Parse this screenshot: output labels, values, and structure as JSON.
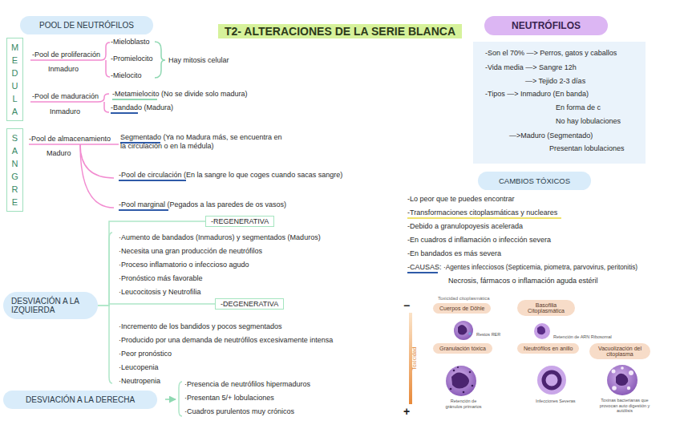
{
  "diagram": {
    "title": "T2- ALTERACIONES DE LA SERIE BLANCA",
    "nodes": [
      {
        "text": [
          "POOL DE NEUTRÓFILOS"
        ]
      },
      {
        "text": [
          "MEDULA"
        ]
      },
      {
        "text": [
          "SANGRE"
        ]
      },
      {
        "text": [
          "NEUTRÓFILOS"
        ]
      },
      {
        "text": [
          "-Son el 70% —> Perros, gatos y caballos",
          "-Vida media —> Sangre 12h",
          "—> Tejido 2-3 días",
          "-Tipos —> Inmaduro (En banda)",
          "En forma de c",
          "No hay lobulaciones",
          "—>Maduro (Segmentado)",
          "Presentan lobulaciones"
        ]
      },
      {
        "text": [
          "CAMBIOS TÓXICOS"
        ]
      },
      {
        "text": [
          "-REGENERATIVA"
        ]
      },
      {
        "text": [
          "-DEGENERATIVA"
        ]
      },
      {
        "text": [
          "DESVIACIÓN A LA IZQUIERDA"
        ]
      },
      {
        "text": [
          "DESVIACIÓN A LA DERECHA"
        ]
      },
      {
        "text": [
          "Cuerpos de Döhle"
        ]
      },
      {
        "text": [
          "Basofilia Citoplasmática"
        ]
      },
      {
        "text": [
          "Granulación tóxica"
        ]
      },
      {
        "text": [
          "Neutrófilos en anillo"
        ]
      },
      {
        "text": [
          "Vacuolización del citoplasma"
        ]
      }
    ],
    "edges": [
      {
        "from": 8,
        "to": 6,
        "arrow": "none"
      },
      {
        "from": 8,
        "to": 7,
        "arrow": "none"
      }
    ],
    "labels": [
      "-Pool de proliferación",
      "Inmaduro",
      "-Mieloblasto",
      "-Promielocito",
      "-Mielocito",
      "Hay mitosis celular",
      "-Pool de maduración",
      "Inmaduro",
      "-Metamielocito (No se divide solo madura)",
      "-Bandado (Madura)",
      "-Pool de almacenamiento",
      "Maduro",
      "Segmentado (Ya no Madura más, se encuentra en la circulación o en la médula)",
      "-Pool de circulación (En la sangre lo que coges cuando sacas sangre)",
      "-Pool marginal (Pegados a las paredes de os vasos)",
      "·Aumento de bandados (Inmaduros) y segmentados (Maduros)",
      "·Necesita una gran producción de neutrófilos",
      "·Proceso inflamatorio o infeccioso agudo",
      "·Pronóstico más favorable",
      "·Leucocitosis y Neutrofilia",
      "·Incremento de los bandidos y pocos segmentados",
      "·Producido por una demanda de neutrófilos excesivamente intensa",
      "·Peor pronóstico",
      "·Leucopenia",
      "·Neutropenia",
      "·Presencia de neutrófilos hipermaduros",
      "·Presentan 5/+ lobulaciones",
      "·Cuadros purulentos muy crónicos",
      "-Lo peor que te puedes encontrar",
      "-Transformaciones citoplasmáticas y nucleares",
      "-Debido a granulopoyesis acelerada",
      "-En cuadros d inflamación o infección severa",
      "-En bandados es más severa",
      "-CAUSAS:",
      "·Agentes infecciosos (Septicemia, piometra, parvovirus, peritonitis)",
      "Necrosis, fármacos o inflamación aguda estéril",
      "Toxicidad citoplasmática",
      "−",
      "+",
      "Toxicidad",
      "Restos RER",
      "Retención de ARN Ribosomal",
      "Retención de gránulos primarios",
      "Infecciones Severas",
      "Toxinas bacterianas que provocan auto digestión y autólisis"
    ]
  }
}
